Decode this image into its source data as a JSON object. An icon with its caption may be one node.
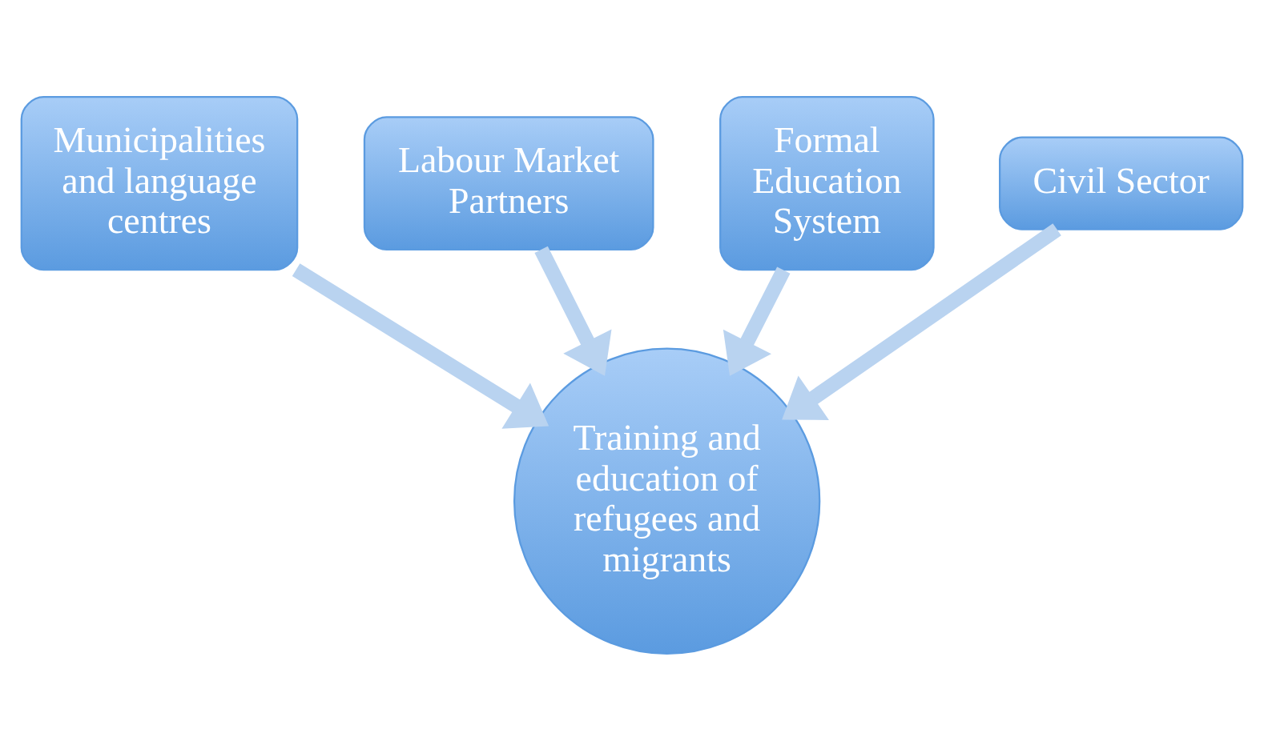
{
  "diagram": {
    "nodes": [
      {
        "text": [
          "Municipalities and language centres"
        ]
      },
      {
        "text": [
          "Labour Market Partners"
        ]
      },
      {
        "text": [
          "Formal Education System"
        ]
      },
      {
        "text": [
          "Civil Sector"
        ]
      },
      {
        "text": [
          "Training and education of refugees and migrants"
        ]
      }
    ],
    "edges": [
      {
        "from": 0,
        "to": 4,
        "arrow": "to"
      },
      {
        "from": 1,
        "to": 4,
        "arrow": "to"
      },
      {
        "from": 2,
        "to": 4,
        "arrow": "to"
      },
      {
        "from": 3,
        "to": 4,
        "arrow": "to"
      }
    ]
  }
}
